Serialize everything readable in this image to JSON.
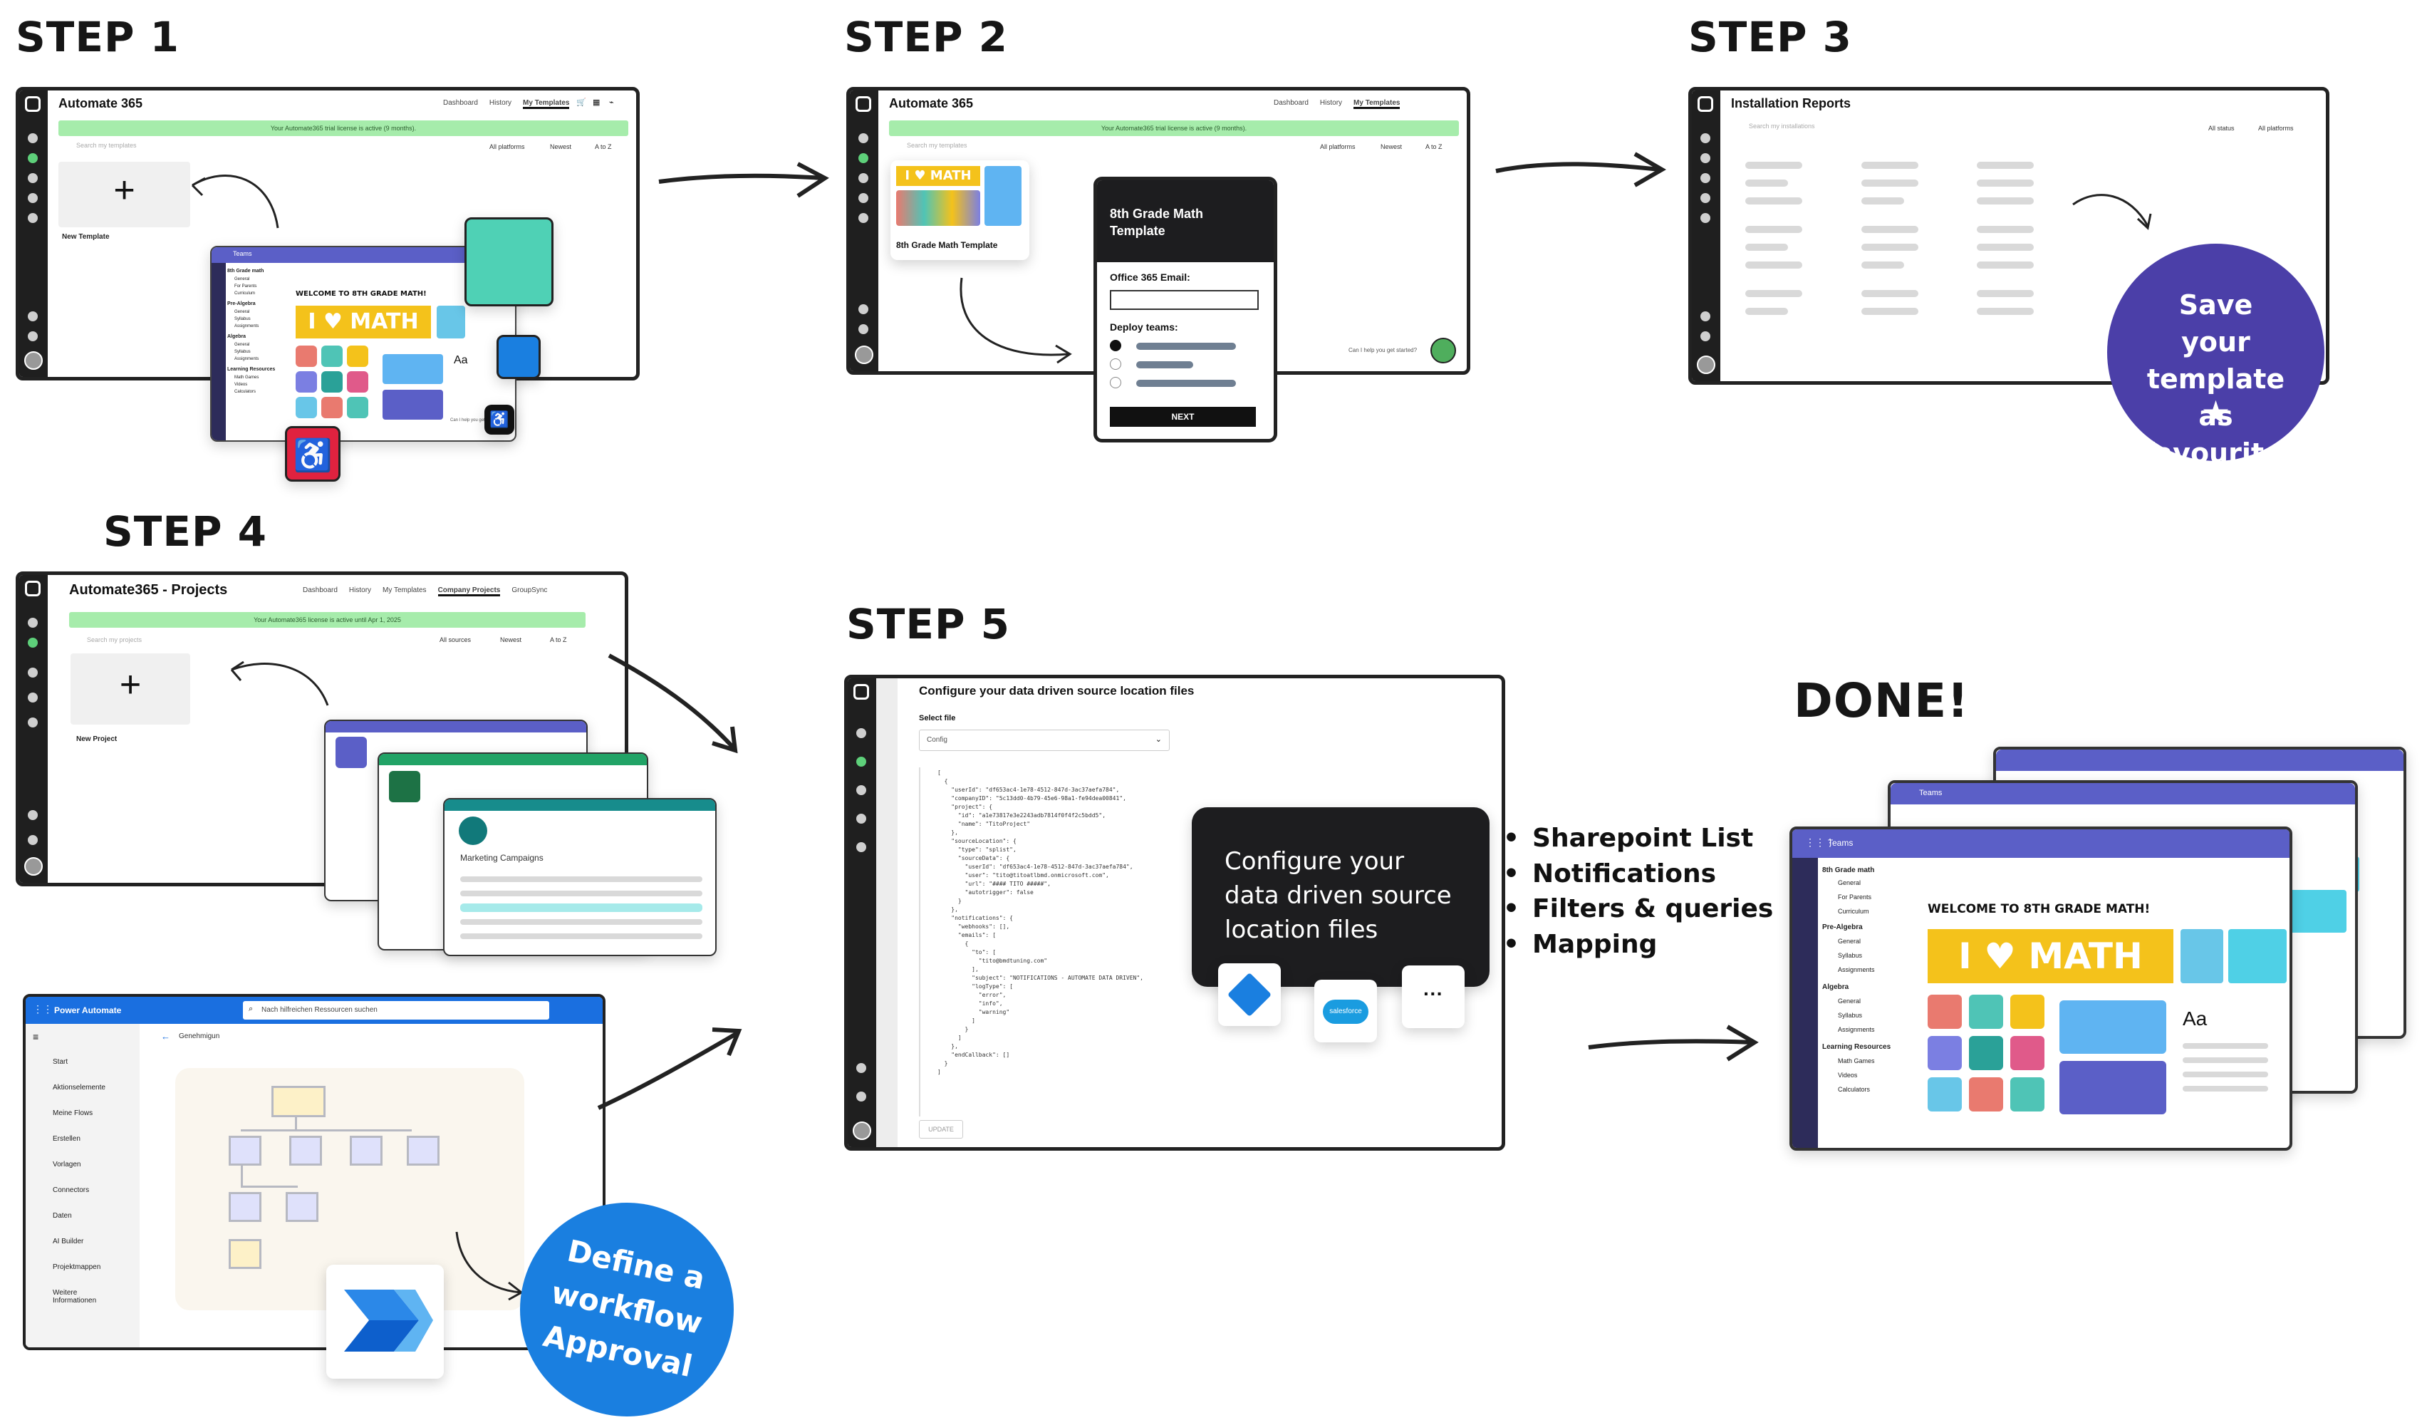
{
  "steps": {
    "s1": "STEP 1",
    "s2": "STEP 2",
    "s3": "STEP 3",
    "s4": "STEP 4",
    "s5": "STEP 5",
    "done": "DONE!"
  },
  "step1": {
    "app_title": "Automate 365",
    "nav": [
      "Dashboard",
      "History",
      "My Templates"
    ],
    "license": "Your Automate365 trial license is active (9 months).",
    "search_placeholder": "Search my templates",
    "filter_platforms": "All platforms",
    "sort": "Newest",
    "sort2": "A to Z",
    "new_template": "New Template",
    "teams_label": "Teams",
    "welcome": "WELCOME TO 8TH GRADE MATH!",
    "math_banner": "I ♥ MATH",
    "chat_prompt": "Can I help you get started?",
    "sidebar": [
      "8th Grade math",
      "General",
      "For Parents",
      "Curriculum",
      "Pre-Algebra",
      "General",
      "Syllabus",
      "Assignments",
      "Algebra",
      "General",
      "Syllabus",
      "Assignments",
      "Learning Resources",
      "Math Games",
      "Videos",
      "Calculators"
    ]
  },
  "step2": {
    "app_title": "Automate 365",
    "nav": [
      "Dashboard",
      "History",
      "My Templates"
    ],
    "license": "Your Automate365 trial license is active (9 months).",
    "search_placeholder": "Search my templates",
    "filter_platforms": "All platforms",
    "sort": "Newest",
    "sort2": "A to Z",
    "template_name": "8th Grade Math Template",
    "math_banner": "I ♥ MATH",
    "panel_title": "8th Grade Math Template",
    "email_label": "Office 365 Email:",
    "deploy_label": "Deploy teams:",
    "next_button": "NEXT",
    "chat_prompt": "Can I help you get started?"
  },
  "step3": {
    "app_title": "Installation Reports",
    "search_placeholder": "Search my installations",
    "filter_status": "All status",
    "filter_platforms": "All platforms",
    "badge_text": "Save your template as favourites",
    "badge_icon": "star-icon"
  },
  "step4": {
    "app_title": "Automate365 - Projects",
    "nav": [
      "Dashboard",
      "History",
      "My Templates",
      "Company Projects",
      "GroupSync"
    ],
    "license": "Your Automate365 license is active until Apr 1, 2025",
    "search_placeholder": "Search my projects",
    "filter_sources": "All sources",
    "sort": "Newest",
    "sort2": "A to Z",
    "new_project": "New Project",
    "sharepoint_card_title": "Marketing Campaigns"
  },
  "power_automate": {
    "app_title": "Power Automate",
    "search_placeholder": "Nach hilfreichen Ressourcen suchen",
    "breadcrumb": "Genehmigun",
    "nav": [
      "Start",
      "Aktionselemente",
      "Meine Flows",
      "Erstellen",
      "Vorlagen",
      "Connectors",
      "Daten",
      "AI Builder",
      "Projektmappen",
      "Weitere Informationen"
    ],
    "badge_text": "Define a workflow Approval"
  },
  "step5": {
    "title": "Configure your data driven source location files",
    "select_label": "Select file",
    "select_value": "Config",
    "update_button": "UPDATE",
    "code": "[\n  {\n    \"userId\": \"df653ac4-1e78-4512-847d-3ac37aefa784\",\n    \"companyID\": \"5c13dd0-4b79-45e6-98a1-fe94dea00841\",\n    \"project\": {\n      \"id\": \"a1e73817e3e2243adb7814f0f4f2c5bdd5\",\n      \"name\": \"TitoProject\"\n    },\n    \"sourceLocation\": {\n      \"type\": \"splist\",\n      \"sourceData\": {\n        \"userId\": \"df653ac4-1e78-4512-847d-3ac37aefa784\",\n        \"user\": \"tito@titoatlbmd.onmicrosoft.com\",\n        \"url\": \"#### TITO #####\",\n        \"autotrigger\": false\n      }\n    },\n    \"notifications\": {\n      \"webhooks\": [],\n      \"emails\": [\n        {\n          \"to\": [\n            \"tito@bmdtuning.com\"\n          ],\n          \"subject\": \"NOTIFICATIONS - AUTOMATE DATA DRIVEN\",\n          \"logType\": [\n            \"error\",\n            \"info\",\n            \"warning\"\n          ]\n        }\n      ]\n    },\n    \"endCallback\": []\n  }\n]",
    "callout": "Configure your data driven source location files",
    "callout_icons": [
      "azure-devops-icon",
      "salesforce-icon",
      "more-icon"
    ],
    "salesforce_label": "salesforce",
    "more_label": "···"
  },
  "bullets": [
    "Sharepoint List",
    "Notifications",
    "Filters & queries",
    "Mapping"
  ],
  "done": {
    "teams_label": "Teams",
    "welcome": "WELCOME TO 8TH GRADE MATH!",
    "math_banner": "I ♥ MATH",
    "aa": "Aa",
    "sidebar": [
      "8th Grade math",
      "General",
      "For Parents",
      "Curriculum",
      "Pre-Algebra",
      "General",
      "Syllabus",
      "Assignments",
      "Algebra",
      "General",
      "Syllabus",
      "Assignments",
      "Learning Resources",
      "Math Games",
      "Videos",
      "Calculators"
    ]
  },
  "colors": {
    "green": "#a6ecab",
    "teams_purple": "#5b5fc7",
    "step3_badge": "#4b3fa8",
    "pa_badge": "#1a7fe0",
    "math_yellow": "#f4c21b",
    "dark_panel": "#1d1d1f"
  }
}
